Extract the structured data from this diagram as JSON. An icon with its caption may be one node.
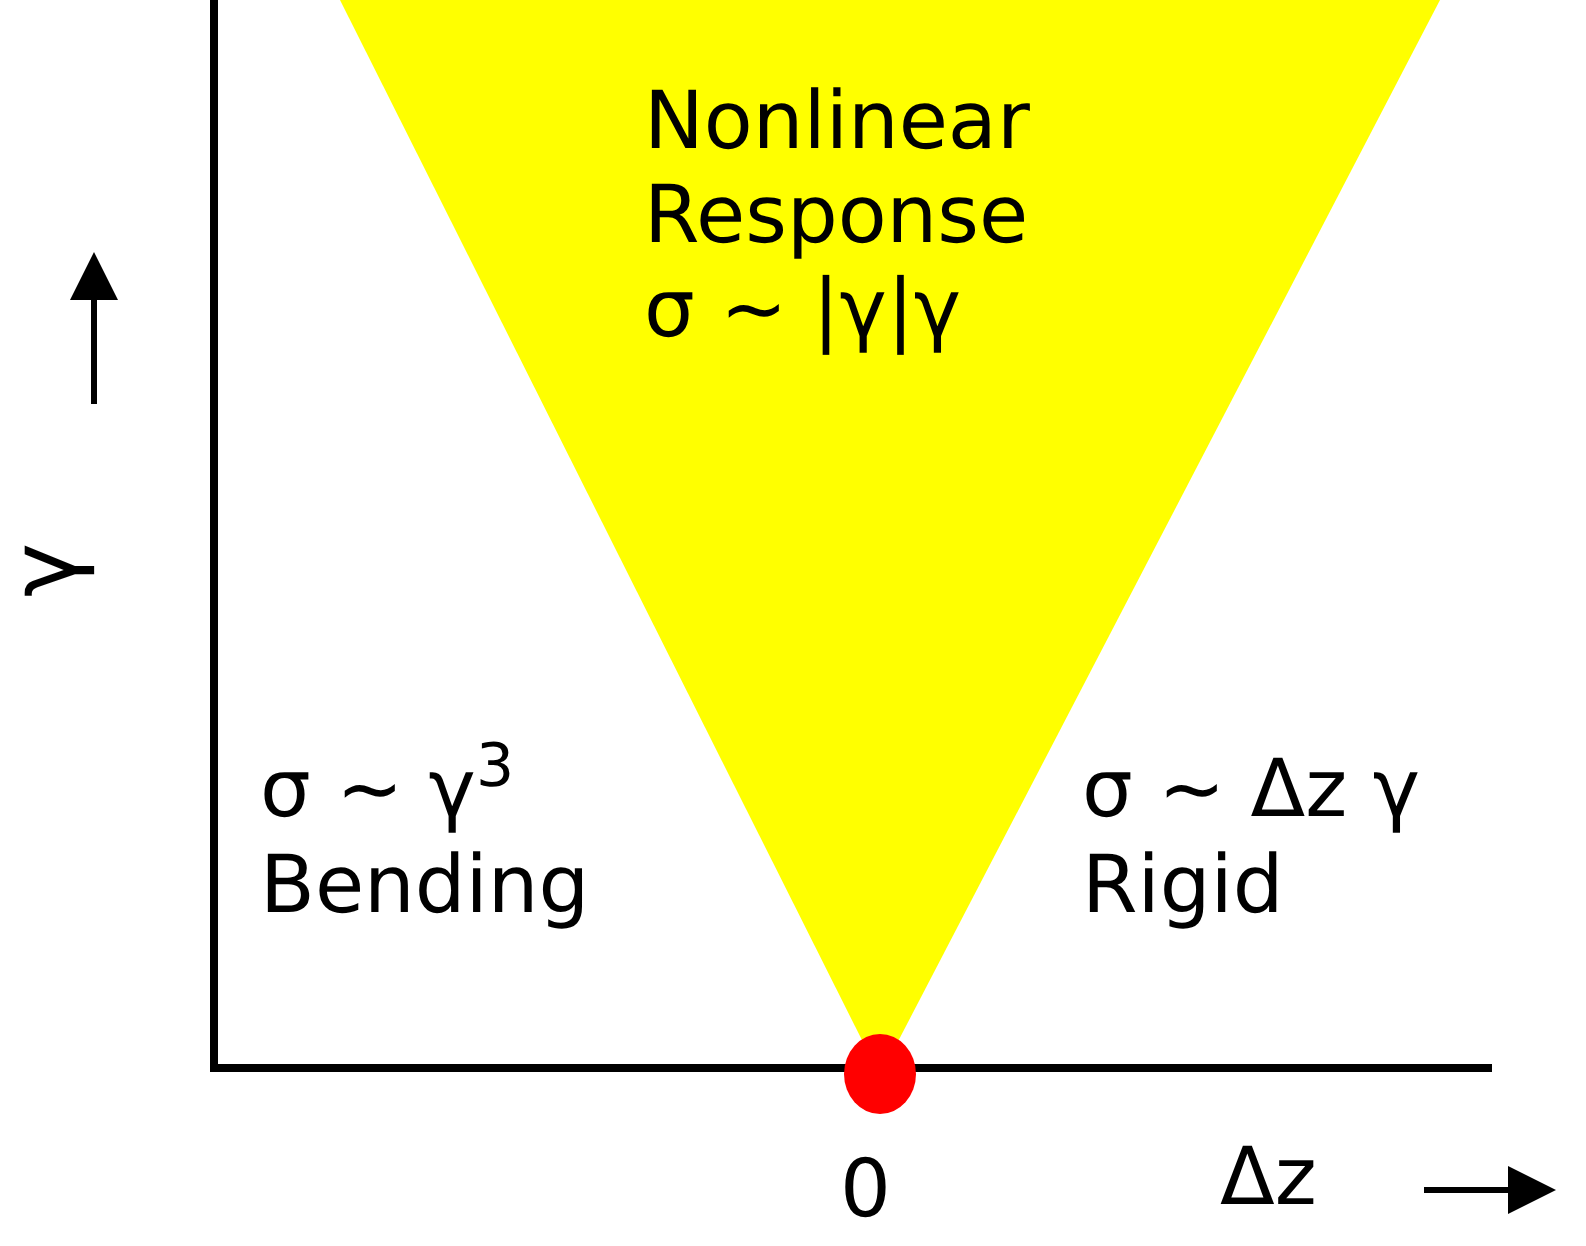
{
  "diagram": {
    "nodes": [
      {
        "text": [
          "Nonlinear Response",
          "σ ~ |γ|γ"
        ]
      }
    ],
    "labels": [
      "σ ~ γ$^{3}$",
      "Bending",
      "σ ~ Δz γ",
      "Rigid",
      "0",
      "Δz",
      "γ"
    ]
  }
}
